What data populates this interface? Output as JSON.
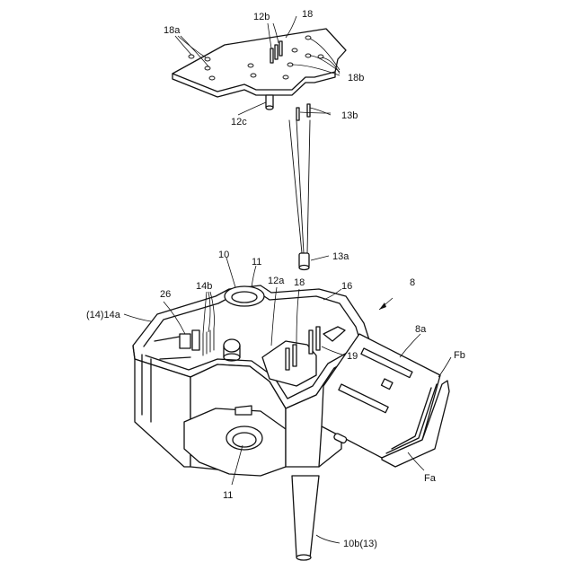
{
  "figure": {
    "background": "#ffffff",
    "line_color": "#111111",
    "labels": {
      "l18_top": "18",
      "l12b": "12b",
      "l18a": "18a",
      "l18b": "18b",
      "l12c": "12c",
      "l13b": "13b",
      "l13a": "13a",
      "l10": "10",
      "l11_top": "11",
      "l12a": "12a",
      "l18_mid": "18",
      "l16": "16",
      "l8": "8",
      "l26": "26",
      "l14b": "14b",
      "l14_14a": "(14)14a",
      "l8a": "8a",
      "lFb": "Fb",
      "l19": "19",
      "lFa": "Fa",
      "l11_bot": "11",
      "l10b13": "10b(13)"
    }
  }
}
